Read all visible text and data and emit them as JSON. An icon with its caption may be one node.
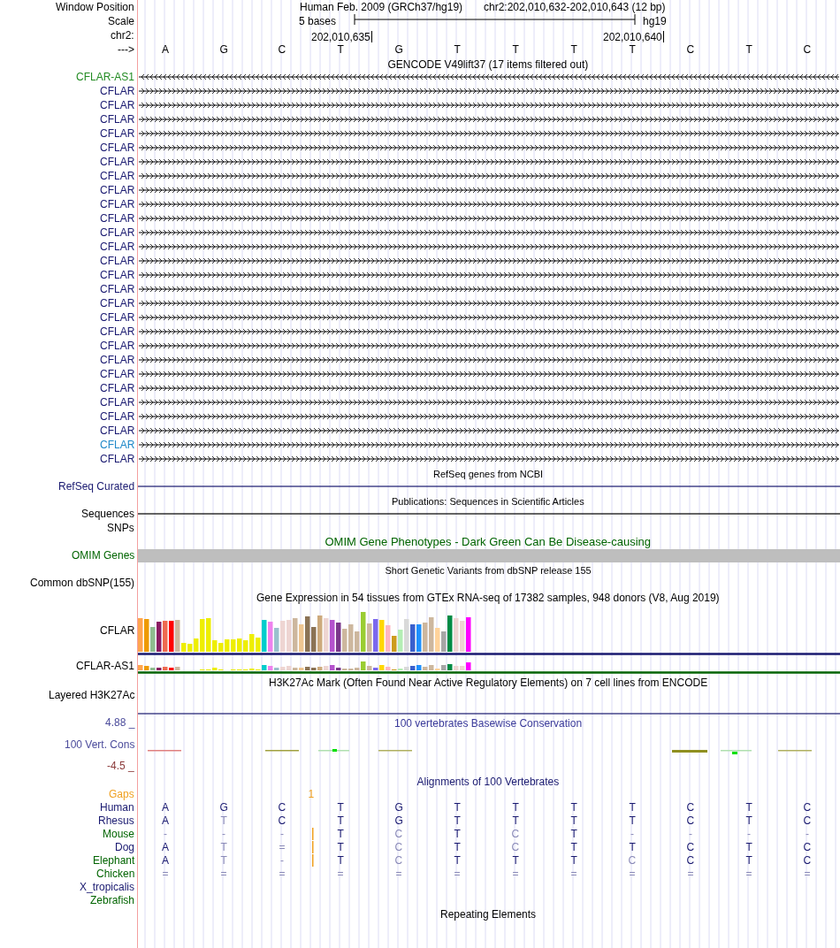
{
  "diagram": {
    "labels": [
      "Window Position",
      "Human Feb. 2009 (GRCh37/hg19)",
      "chr2:202,010,632-202,010,643 (12 bp)",
      "Scale",
      "5 bases",
      "hg19",
      "chr2:",
      "202,010,635",
      "202,010,640",
      "--->",
      "A",
      "G",
      "C",
      "T",
      "G",
      "T",
      "T",
      "T",
      "T",
      "C",
      "T",
      "C",
      "GENCODE V49lift37 (17 items filtered out)",
      "CFLAR-AS1",
      "CFLAR",
      "CFLAR",
      "CFLAR",
      "CFLAR",
      "CFLAR",
      "CFLAR",
      "CFLAR",
      "CFLAR",
      "CFLAR",
      "CFLAR",
      "CFLAR",
      "CFLAR",
      "CFLAR",
      "CFLAR",
      "CFLAR",
      "CFLAR",
      "CFLAR",
      "CFLAR",
      "CFLAR",
      "CFLAR",
      "CFLAR",
      "CFLAR",
      "CFLAR",
      "CFLAR",
      "CFLAR",
      "CFLAR",
      "CFLAR",
      "RefSeq genes from NCBI",
      "RefSeq Curated",
      "Publications: Sequences in Scientific Articles",
      "Sequences",
      "SNPs",
      "OMIM Gene Phenotypes - Dark Green Can Be Disease-causing",
      "OMIM Genes",
      "Short Genetic Variants from dbSNP release 155",
      "Common dbSNP(155)",
      "Gene Expression in 54 tissues from GTEx RNA-seq of 17382 samples, 948 donors (V8, Aug 2019)",
      "CFLAR",
      "CFLAR-AS1",
      "H3K27Ac Mark (Often Found Near Active Regulatory Elements) on 7 cell lines from ENCODE",
      "Layered H3K27Ac",
      "4.88 _",
      "100 vertebrates Basewise Conservation",
      "100 Vert. Cons",
      "-4.5 _",
      "Alignments of 100 Vertebrates",
      "Gaps",
      "1",
      "Human",
      "Rhesus",
      "Mouse",
      "Dog",
      "Elephant",
      "Chicken",
      "X_tropicalis",
      "Zebrafish",
      "A",
      "G",
      "C",
      "T",
      "G",
      "T",
      "T",
      "T",
      "T",
      "C",
      "T",
      "C",
      "A",
      "T",
      "C",
      "T",
      "G",
      "T",
      "T",
      "T",
      "T",
      "C",
      "T",
      "C",
      "-",
      "-",
      "-",
      "T",
      "C",
      "T",
      "C",
      "T",
      "-",
      "-",
      "-",
      "-",
      "A",
      "T",
      "=",
      "T",
      "C",
      "T",
      "C",
      "T",
      "T",
      "C",
      "T",
      "C",
      "A",
      "T",
      "-",
      "T",
      "C",
      "T",
      "T",
      "T",
      "C",
      "C",
      "T",
      "C",
      "=",
      "=",
      "=",
      "=",
      "=",
      "=",
      "=",
      "=",
      "=",
      "=",
      "=",
      "=",
      "Repeating Elements"
    ]
  }
}
